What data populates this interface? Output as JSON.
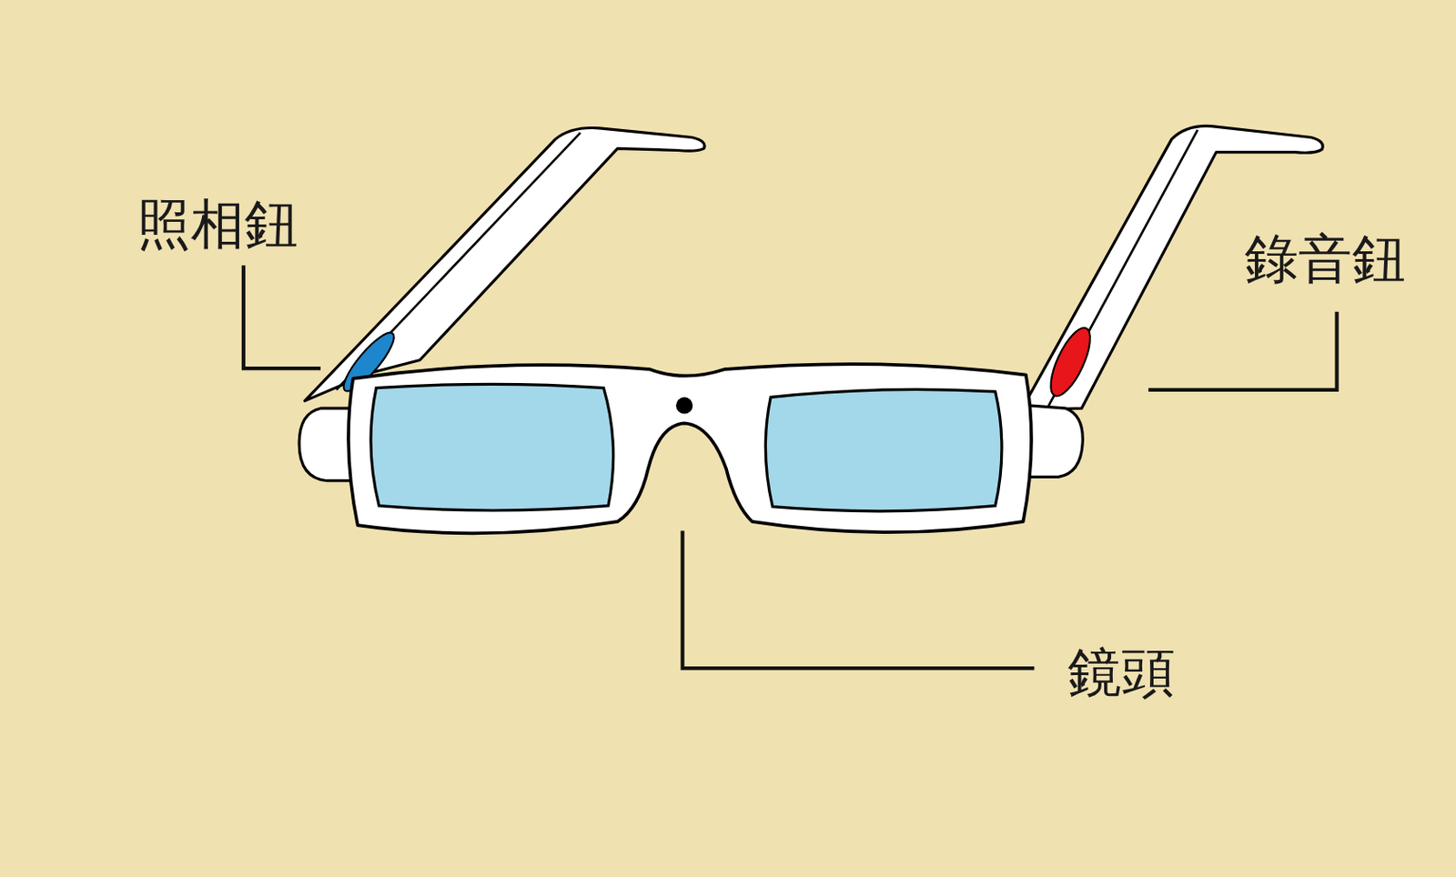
{
  "diagram": {
    "labels": [
      "照相鈕",
      "錄音鈕",
      "鏡頭"
    ]
  }
}
